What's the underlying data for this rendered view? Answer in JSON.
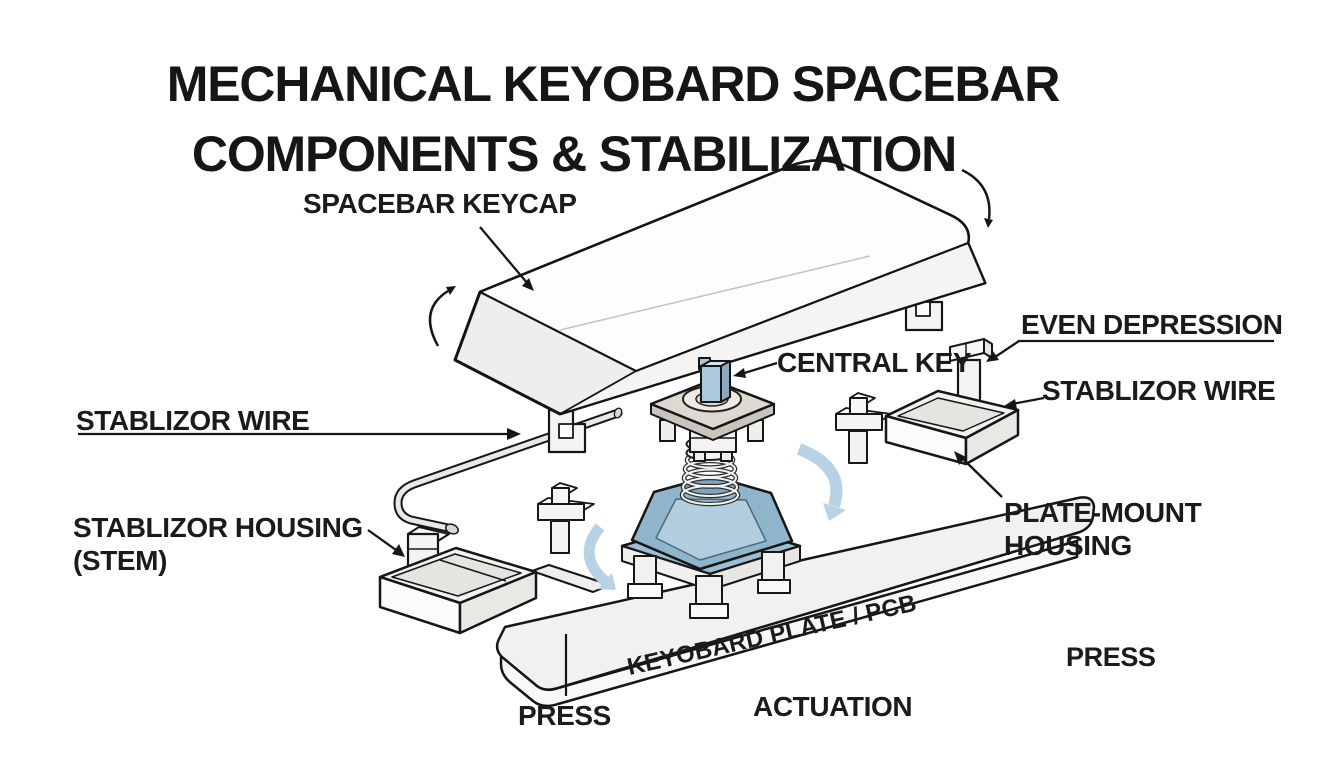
{
  "title": {
    "line1": "MECHANICAL KEYOBARD SPACEBAR",
    "line2": "COMPONENTS & STABILIZATION"
  },
  "labels": {
    "spacebar_keycap": "SPACEBAR KEYCAP",
    "central_key": "CENTRAL KEY",
    "even_depression": "EVEN DEPRESSION",
    "stablizor_wire_right": "STABLIZOR WIRE",
    "plate_mount_housing_line1": "PLATE-MOUNT",
    "plate_mount_housing_line2": "HOUSING",
    "stablizor_wire_left": "STABLIZOR WIRE",
    "stablizor_housing_line1": "STABLIZOR HOUSING",
    "stablizor_housing_line2": "(STEM)",
    "keyboard_plate": "KEYOBARD PLATE / PCB",
    "press_left": "PRESS",
    "actuation": "ACTUATION",
    "press_right": "PRESS"
  },
  "colors": {
    "background": "#ffffff",
    "ink": "#161616",
    "text": "#1b1b1b",
    "part_white": "#f4f3f1",
    "part_shade": "#e8e6e3",
    "switch_blue": "#8fb5cb",
    "switch_blue_light": "#b2cede",
    "switch_blue_dark": "#7da6bf",
    "stem_blue": "#abc9dc",
    "arrow_blue": "#b6d2e4",
    "housing_tan": "#ddd9d1"
  },
  "diagram_parts": [
    "spacebar-keycap",
    "keycap-clips",
    "central-stem",
    "top-housing",
    "spring",
    "switch-bottom-housing",
    "stabilizer-wire",
    "left-stabilizer-housing",
    "right-stabilizer-housing",
    "cross-inserts",
    "hook-stem",
    "keyboard-plate"
  ]
}
